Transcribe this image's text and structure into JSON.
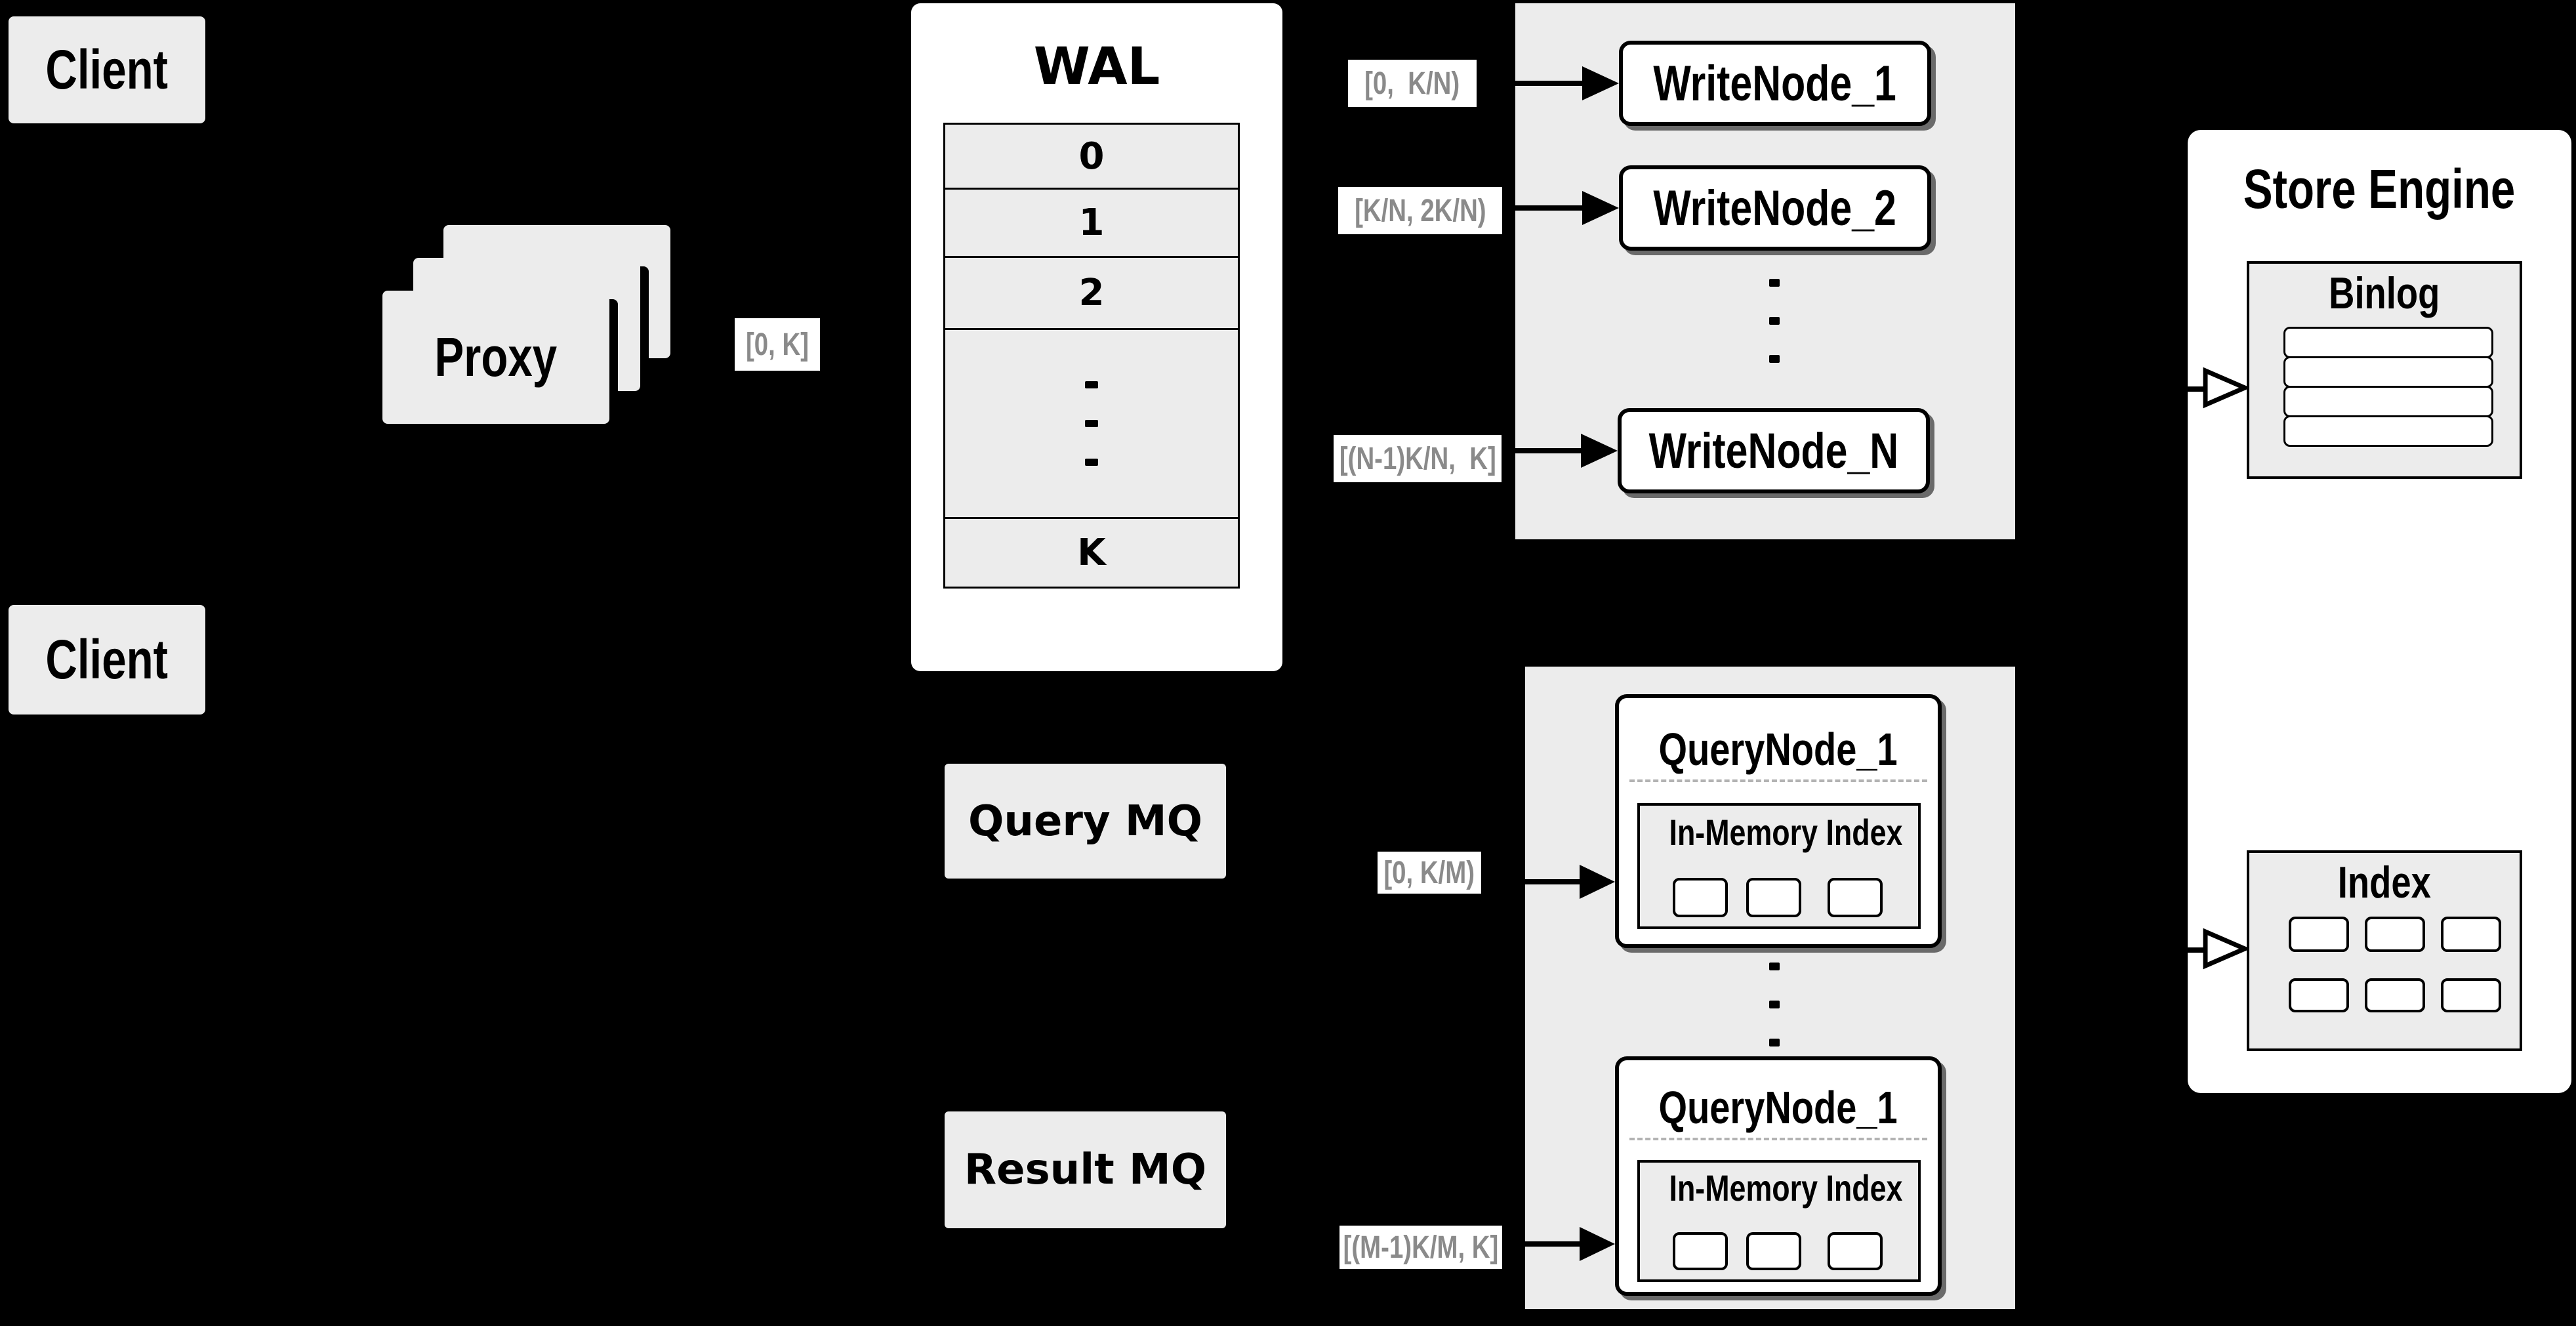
{
  "colors": {
    "background": "#000000",
    "node_fill": "#ececec",
    "node_white": "#ffffff",
    "stroke": "#000000",
    "interval_text": "#8a8a8a",
    "dashed_separator": "#b3b3b3"
  },
  "clients": {
    "top": "Client",
    "bottom": "Client"
  },
  "proxy": {
    "label": "Proxy"
  },
  "wal": {
    "title": "WAL",
    "row0": "0",
    "row1": "1",
    "row2": "2",
    "rowk": "K"
  },
  "write_nodes": {
    "n1": "WriteNode_1",
    "n2": "WriteNode_2",
    "nn": "WriteNode_N"
  },
  "mq": {
    "query": "Query MQ",
    "result": "Result MQ"
  },
  "query_nodes": {
    "top": {
      "title": "QueryNode_1",
      "inner": "In-Memory Index"
    },
    "bottom": {
      "title": "QueryNode_1",
      "inner": "In-Memory Index"
    }
  },
  "store": {
    "title": "Store Engine",
    "binlog": "Binlog",
    "index": "Index"
  },
  "intervals": {
    "proxy_out": "[0, K]",
    "write1": "[0,  K/N)",
    "write2": "[K/N, 2K/N)",
    "writen": "[(N-1)K/N,  K]",
    "query1": "[0, K/M)",
    "query2": "[(M-1)K/M, K]"
  }
}
